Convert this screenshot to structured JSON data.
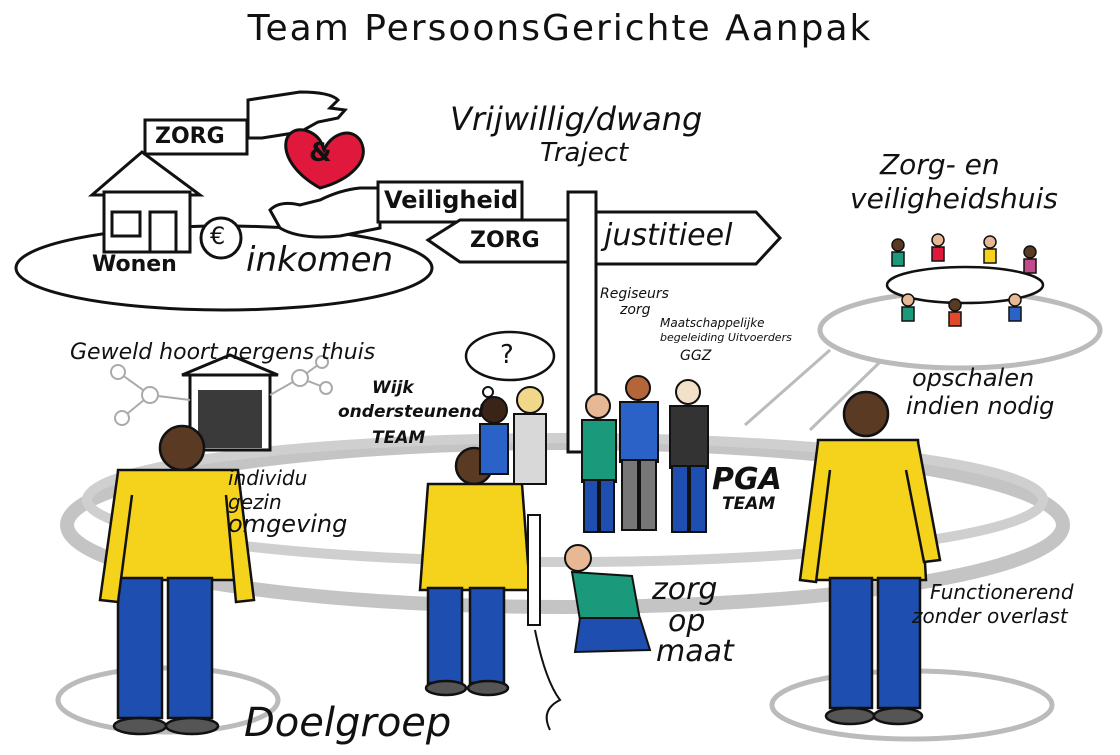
{
  "title": "Team PersoonsGerichte Aanpak",
  "labels": {
    "zorg_hand": "ZORG",
    "amp": "&",
    "euro": "€",
    "wonen": "Wonen",
    "inkomen": "inkomen",
    "veiligheid": "Veiligheid",
    "sign_left": "ZORG",
    "sign_right": "justitieel",
    "vrijwillig": "Vrijwillig/dwang",
    "traject": "Traject",
    "zorg_veiligheidshuis_1": "Zorg- en",
    "zorg_veiligheidshuis_2": "veiligheidshuis",
    "regisseurs_1": "Regiseurs",
    "regisseurs_2": "zorg",
    "maatschappelijke_1": "Maatschappelijke",
    "maatschappelijke_2": "begeleiding Uitvoerders",
    "ggz": "GGZ",
    "question": "?",
    "geweld": "Geweld hoort nergens thuis",
    "wijk_1": "Wijk",
    "wijk_2": "ondersteunend",
    "wijk_3": "TEAM",
    "opschalen_1": "opschalen",
    "opschalen_2": "indien nodig",
    "pga_1": "PGA",
    "pga_2": "TEAM",
    "individu_1": "individu",
    "individu_2": "gezin",
    "individu_3": "omgeving",
    "zorg_op_maat_1": "zorg",
    "zorg_op_maat_2": "op",
    "zorg_op_maat_3": "maat",
    "functionerend_1": "Functionerend",
    "functionerend_2": "zonder overlast",
    "doelgroep": "Doelgroep"
  },
  "colors": {
    "shirt_yellow": "#f5d21c",
    "pants_blue": "#1e4fb0",
    "skin_dark": "#5a3a22",
    "heart_red": "#e0183c",
    "ring_grey": "#bdbdbd",
    "teal": "#1a9a7a",
    "blue_shirt": "#2a62c8"
  }
}
